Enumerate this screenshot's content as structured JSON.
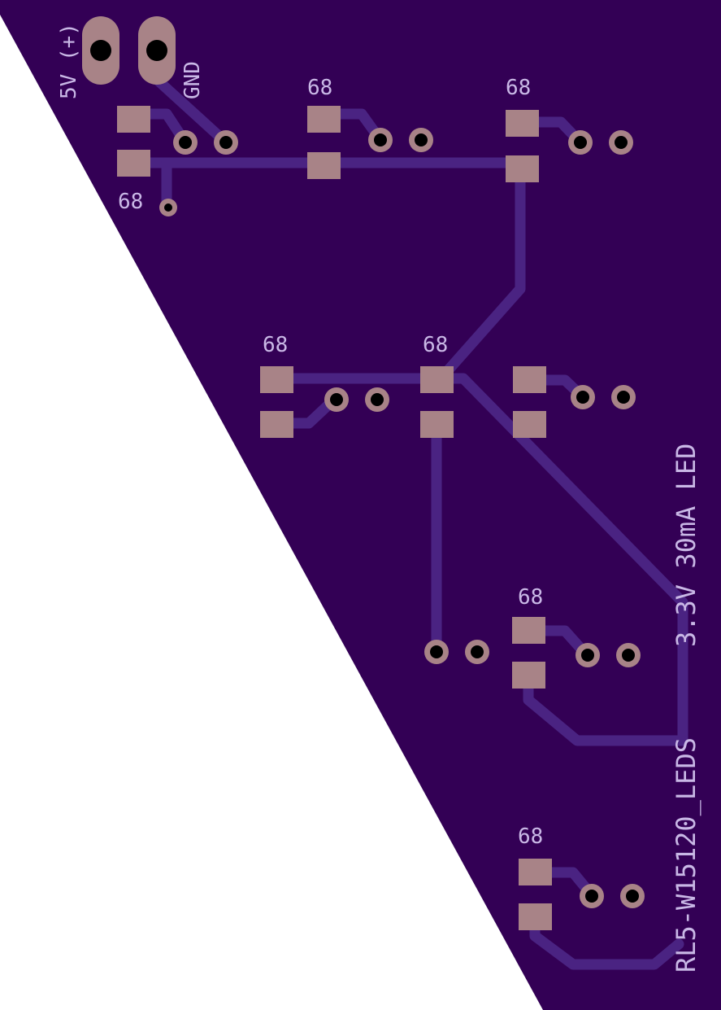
{
  "board": {
    "title": "RL5-W15120_LEDS",
    "spec": "3.3V 30mA LED",
    "board_color": "#330055",
    "trace_color": "#4a2382",
    "pad_color": "#a88387",
    "silk_color": "#c9b8e6"
  },
  "connectors": {
    "plus_label": "5V (+)",
    "gnd_label": "GND"
  },
  "resistors": [
    {
      "label": "68"
    },
    {
      "label": "68"
    },
    {
      "label": "68"
    },
    {
      "label": "68"
    },
    {
      "label": "68"
    },
    {
      "label": "68"
    },
    {
      "label": "68"
    }
  ]
}
